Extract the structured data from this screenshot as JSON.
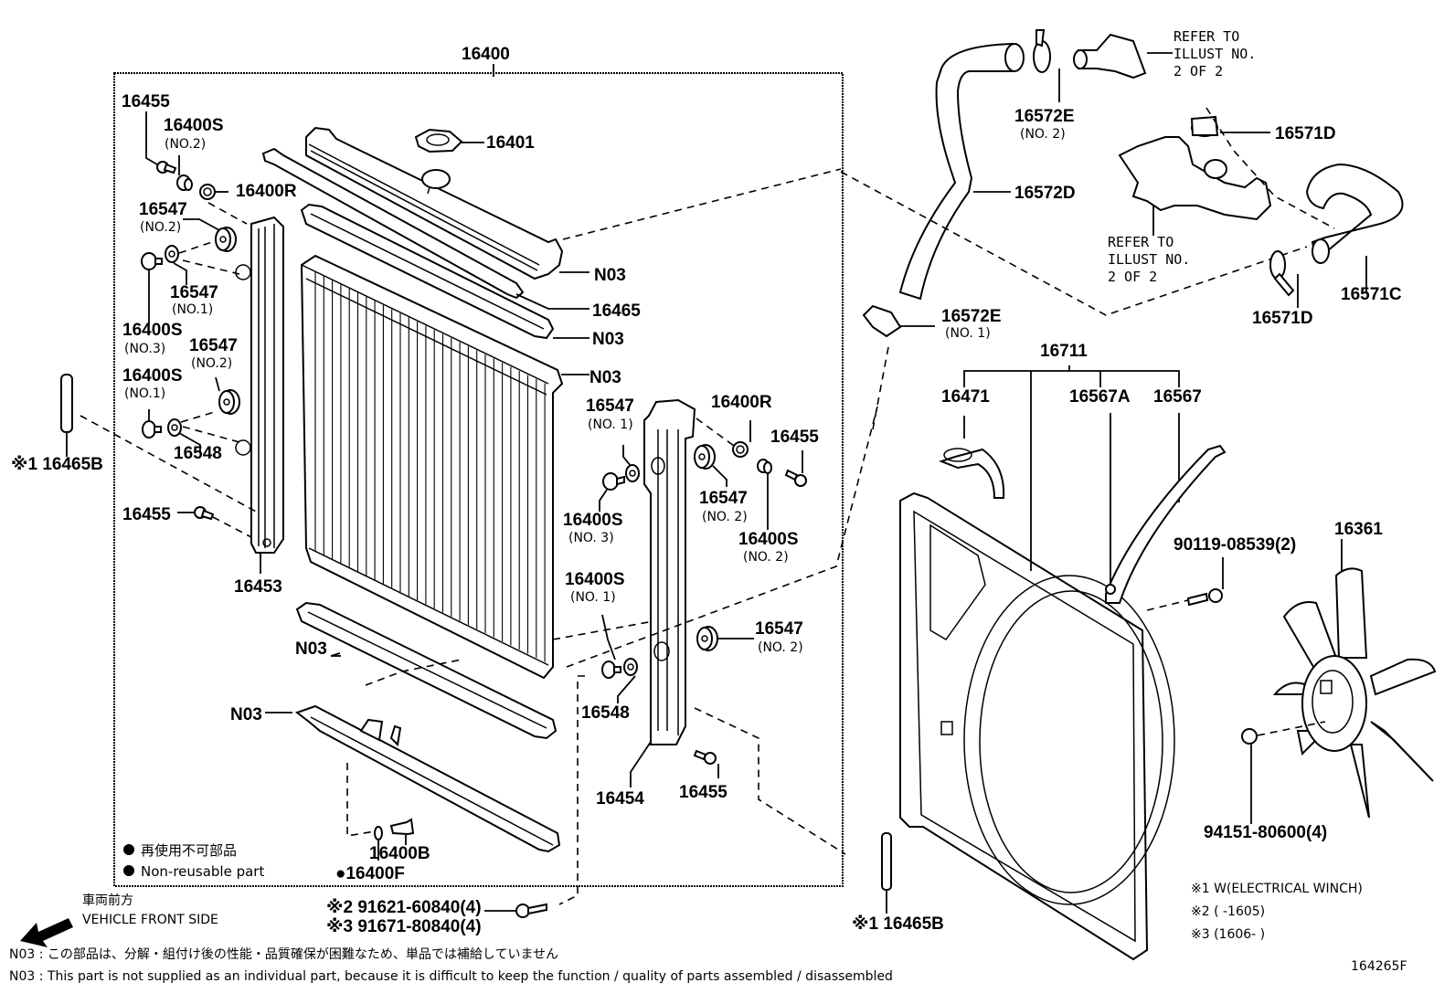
{
  "diagram": {
    "title_part": "16400",
    "illustration_id": "164265F",
    "labels": {
      "p16455_a": "16455",
      "p16400S_no2_a": "16400S",
      "p16400S_no2_a_sub": "(NO.2)",
      "p16400R_a": "16400R",
      "p16547_no2_a": "16547",
      "p16547_no2_a_sub": "(NO.2)",
      "p16547_no1_a": "16547",
      "p16547_no1_a_sub": "(NO.1)",
      "p16400S_no3_a": "16400S",
      "p16400S_no3_a_sub": "(NO.3)",
      "p16547_no2_b": "16547",
      "p16547_no2_b_sub": "(NO.2)",
      "p16400S_no1_a": "16400S",
      "p16400S_no1_a_sub": "(NO.1)",
      "p16548_a": "16548",
      "p16455_b": "16455",
      "p16453": "16453",
      "p16465B_left": "※1 16465B",
      "p16401": "16401",
      "n03_upper_tank": "N03",
      "p16465": "16465",
      "n03_gasket_top": "N03",
      "n03_core": "N03",
      "n03_gasket_bottom": "N03",
      "n03_lower_tank": "N03",
      "p16400B": "16400B",
      "p16400F": "●16400F",
      "p16547_no1_b": "16547",
      "p16547_no1_b_sub": "(NO. 1)",
      "p16400S_no3_b": "16400S",
      "p16400S_no3_b_sub": "(NO. 3)",
      "p16400S_no1_b": "16400S",
      "p16400S_no1_b_sub": "(NO. 1)",
      "p16548_b": "16548",
      "p16454": "16454",
      "p16455_c": "16455",
      "p16400R_b": "16400R",
      "p16455_d": "16455",
      "p16547_no2_c": "16547",
      "p16547_no2_c_sub": "(NO. 2)",
      "p16400S_no2_b": "16400S",
      "p16400S_no2_b_sub": "(NO. 2)",
      "p16547_no2_d": "16547",
      "p16547_no2_d_sub": "(NO. 2)",
      "p16572E_no2": "16572E",
      "p16572E_no2_sub": "(NO. 2)",
      "p16572D": "16572D",
      "p16572E_no1": "16572E",
      "p16572E_no1_sub": "(NO. 1)",
      "refer_top_1": "REFER TO",
      "refer_top_2": "ILLUST NO.",
      "refer_top_3": "2 OF 2",
      "refer_mid_1": "REFER TO",
      "refer_mid_2": "ILLUST NO.",
      "refer_mid_3": "2 OF 2",
      "p16571D_top": "16571D",
      "p16571D_bottom": "16571D",
      "p16571C": "16571C",
      "p16711": "16711",
      "p16471": "16471",
      "p16567A": "16567A",
      "p16567": "16567",
      "p90119": "90119-08539(2)",
      "p16361": "16361",
      "p94151": "94151-80600(4)",
      "p16465B_right": "※1 16465B",
      "p91621": "※2 91621-60840(4)",
      "p91671": "※3 91671-80840(4)"
    },
    "legend": {
      "non_reusable_jp": "再使用不可部品",
      "non_reusable_en": "Non-reusable part"
    },
    "vehicle_front": {
      "jp": "車両前方",
      "en": "VEHICLE FRONT SIDE"
    },
    "footnotes": {
      "w1": "※1 W(ELECTRICAL WINCH)",
      "w2": "※2 (      -1605)",
      "w3": "※3 (1606-      )"
    },
    "notes": {
      "n03_jp": "N03 : この部品は、分解・組付け後の性能・品質確保が困難なため、単品では補給していません",
      "n03_en": "N03 : This part is not supplied as an individual part, because it is difficult to keep the function / quality of parts assembled / disassembled"
    }
  }
}
